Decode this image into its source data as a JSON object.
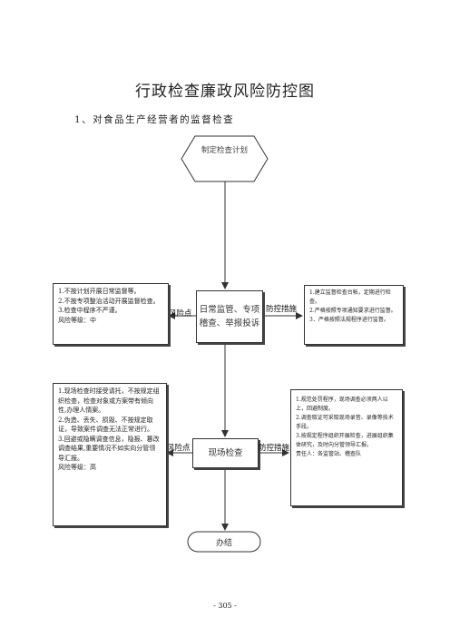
{
  "title": "行政检查廉政风险防控图",
  "subtitle": "1、对食品生产经营者的监督检查",
  "start_node": "制定检查计划",
  "step1": {
    "label": "日常监管、专项稽查、举报投诉",
    "risk_label": "风险点",
    "control_label": "防控措施",
    "risk_items": [
      "1.不按计划开展日常监督等。",
      "2.不按专项整治活动开展监督检查。",
      "3.检查中程序不严谨。",
      "风险等级：中"
    ],
    "control_items": [
      "1.建立监督检查台帐，定期进行检查。",
      "2.严格按照专项通知要求进行监督。",
      "3．严格按照法规程序进行监督。"
    ]
  },
  "step2": {
    "label": "现场检查",
    "risk_label": "风险点",
    "control_label": "防控措施",
    "risk_items": [
      "1.现场检查时接受请托，不按规定组织检查，检查对象或方案带有倾向性,办理人情案。",
      "2.伪造、丢失、损毁、不按规定取证，导致案件调查无法正常进行。",
      "3.回避或隐瞒调查信息，隐报、篡改调查结果,重要情况不如实向分管领导汇报。",
      "风险等级：高"
    ],
    "control_items": [
      "1.规范处罚程序，现场调查必须两人以上，回避制度。",
      "2.调查取证可采取现场录音、录像等技术手段。",
      "3.按规定程序组织开展检查，进展组织集体研究，及时向分管领导汇报。",
      "责任人：各监管站、稽查队"
    ]
  },
  "end_node": "办结",
  "page_number": "- 305 -"
}
